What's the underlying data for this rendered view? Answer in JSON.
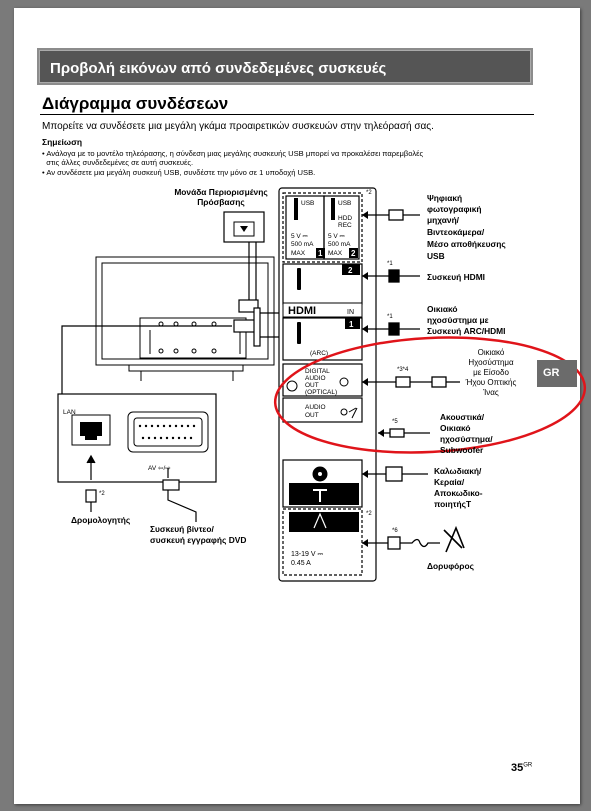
{
  "banner_title": "Προβολή εικόνων από συνδεδεμένες συσκευές",
  "section_title": "Διάγραμμα συνδέσεων",
  "intro": "Μπορείτε να συνδέσετε μια μεγάλη γκάμα προαιρετικών συσκευών στην τηλεόρασή σας.",
  "note_heading": "Σημείωση",
  "notes": [
    "• Ανάλογα με το μοντέλο τηλεόρασης, η σύνδεση μιας μεγάλης συσκευής USB μπορεί να προκαλέσει παρεμβολές",
    "  στις άλλες συνδεδεμένες σε αυτή συσκευές.",
    "• Αν συνδέσετε μια μεγάλη συσκευή USB, συνδέστε την μόνο σε 1 υποδοχή USB."
  ],
  "cam_label": [
    "Μονάδα Περιορισμένης",
    "Πρόσβασης"
  ],
  "usb1": {
    "label": "USB",
    "rating": [
      "5 V ⎓",
      "500 mA",
      "MAX"
    ],
    "num": "1"
  },
  "usb2": {
    "label": "USB",
    "sub": [
      "HDD",
      "REC"
    ],
    "rating": [
      "5 V ⎓",
      "500 mA",
      "MAX"
    ],
    "num": "2"
  },
  "hdmi2_num": "2",
  "hdmi_logo": "HDMI",
  "hdmi_in": "IN",
  "hdmi1_num": "1",
  "arc": "(ARC)",
  "optical": [
    "DIGITAL",
    "AUDIO",
    "OUT",
    "(OPTICAL)"
  ],
  "audio_out": [
    "AUDIO",
    "OUT"
  ],
  "sat_rating": [
    "13-19 V ⎓",
    "0.45 A"
  ],
  "lan": "LAN",
  "av": "AV",
  "right_labels": {
    "camera": [
      "Ψηφιακή",
      "φωτογραφική",
      "μηχανή/",
      "Βιντεοκάμερα/",
      "Μέσο αποθήκευσης",
      "USB"
    ],
    "hdmi": [
      "Συσκευή HDMI"
    ],
    "arc": [
      "Οικιακό",
      "ηχοσύστημα με",
      "Συσκευή ARC/HDMI"
    ],
    "optical": [
      "Οικιακό",
      "Ηχοσύστημα",
      "με Είσοδο",
      "Ήχου Οπτικής",
      "Ίνας"
    ],
    "headphones": [
      "Ακουστικά/",
      "Οικιακό",
      "ηχοσύστημα/",
      "Subwoofer"
    ],
    "cable": [
      "Καλωδιακή/",
      "Κεραία/",
      "Αποκωδικο-",
      "ποιητήςΤ"
    ],
    "satellite": [
      "Δορυφόρος"
    ]
  },
  "notes_marks": {
    "n1a": "*1",
    "n1b": "*1",
    "n2a": "*2",
    "n2b": "*2",
    "n34": "*3*4",
    "n5": "*5",
    "n6": "*6",
    "router": "*2"
  },
  "router_label": "Δρομολογητής",
  "vcr_label": [
    "Συσκευή βίντεο/",
    "συσκευή εγγραφής DVD"
  ],
  "gr_tab": "GR",
  "page_number": "35",
  "page_suffix": "GR",
  "colors": {
    "banner": "#555555",
    "highlight": "#e0141a",
    "tab": "#6b6b6b"
  }
}
